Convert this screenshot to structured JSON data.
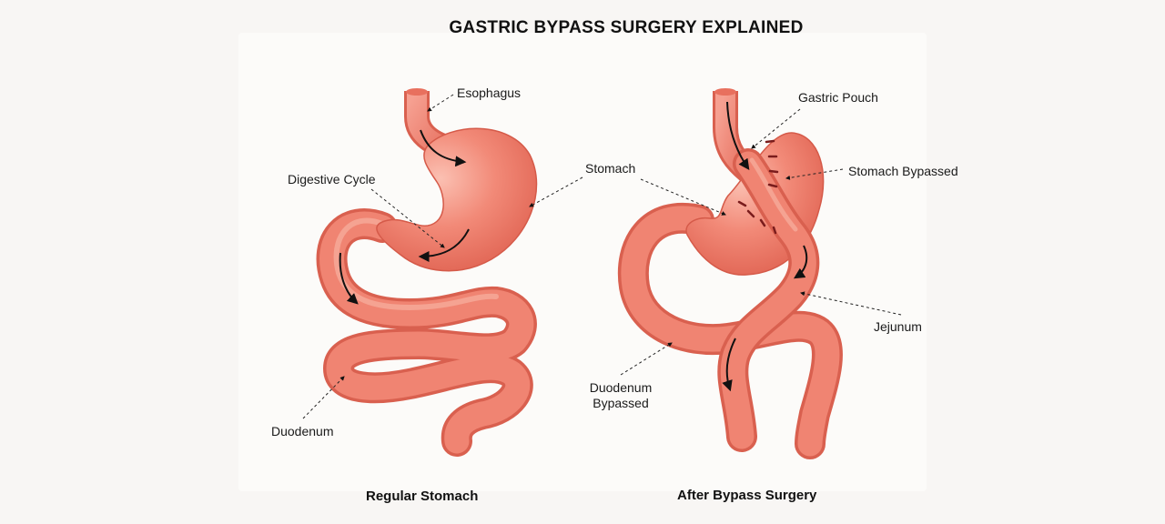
{
  "title": "GASTRIC BYPASS SURGERY EXPLAINED",
  "left": {
    "caption": "Regular Stomach",
    "labels": {
      "esophagus": "Esophagus",
      "digestive_cycle": "Digestive Cycle",
      "stomach": "Stomach",
      "duodenum": "Duodenum"
    }
  },
  "right": {
    "caption": "After Bypass Surgery",
    "labels": {
      "gastric_pouch": "Gastric Pouch",
      "stomach_bypassed": "Stomach Bypassed",
      "jejunum": "Jejunum",
      "duodenum_bypassed_line1": "Duodenum",
      "duodenum_bypassed_line2": "Bypassed"
    }
  },
  "colors": {
    "tissue": "#ef7f6e",
    "tissue_dark": "#d9604f",
    "tissue_light": "#f9b4a6",
    "arrow": "#111111",
    "staple": "#7a1c1c"
  }
}
